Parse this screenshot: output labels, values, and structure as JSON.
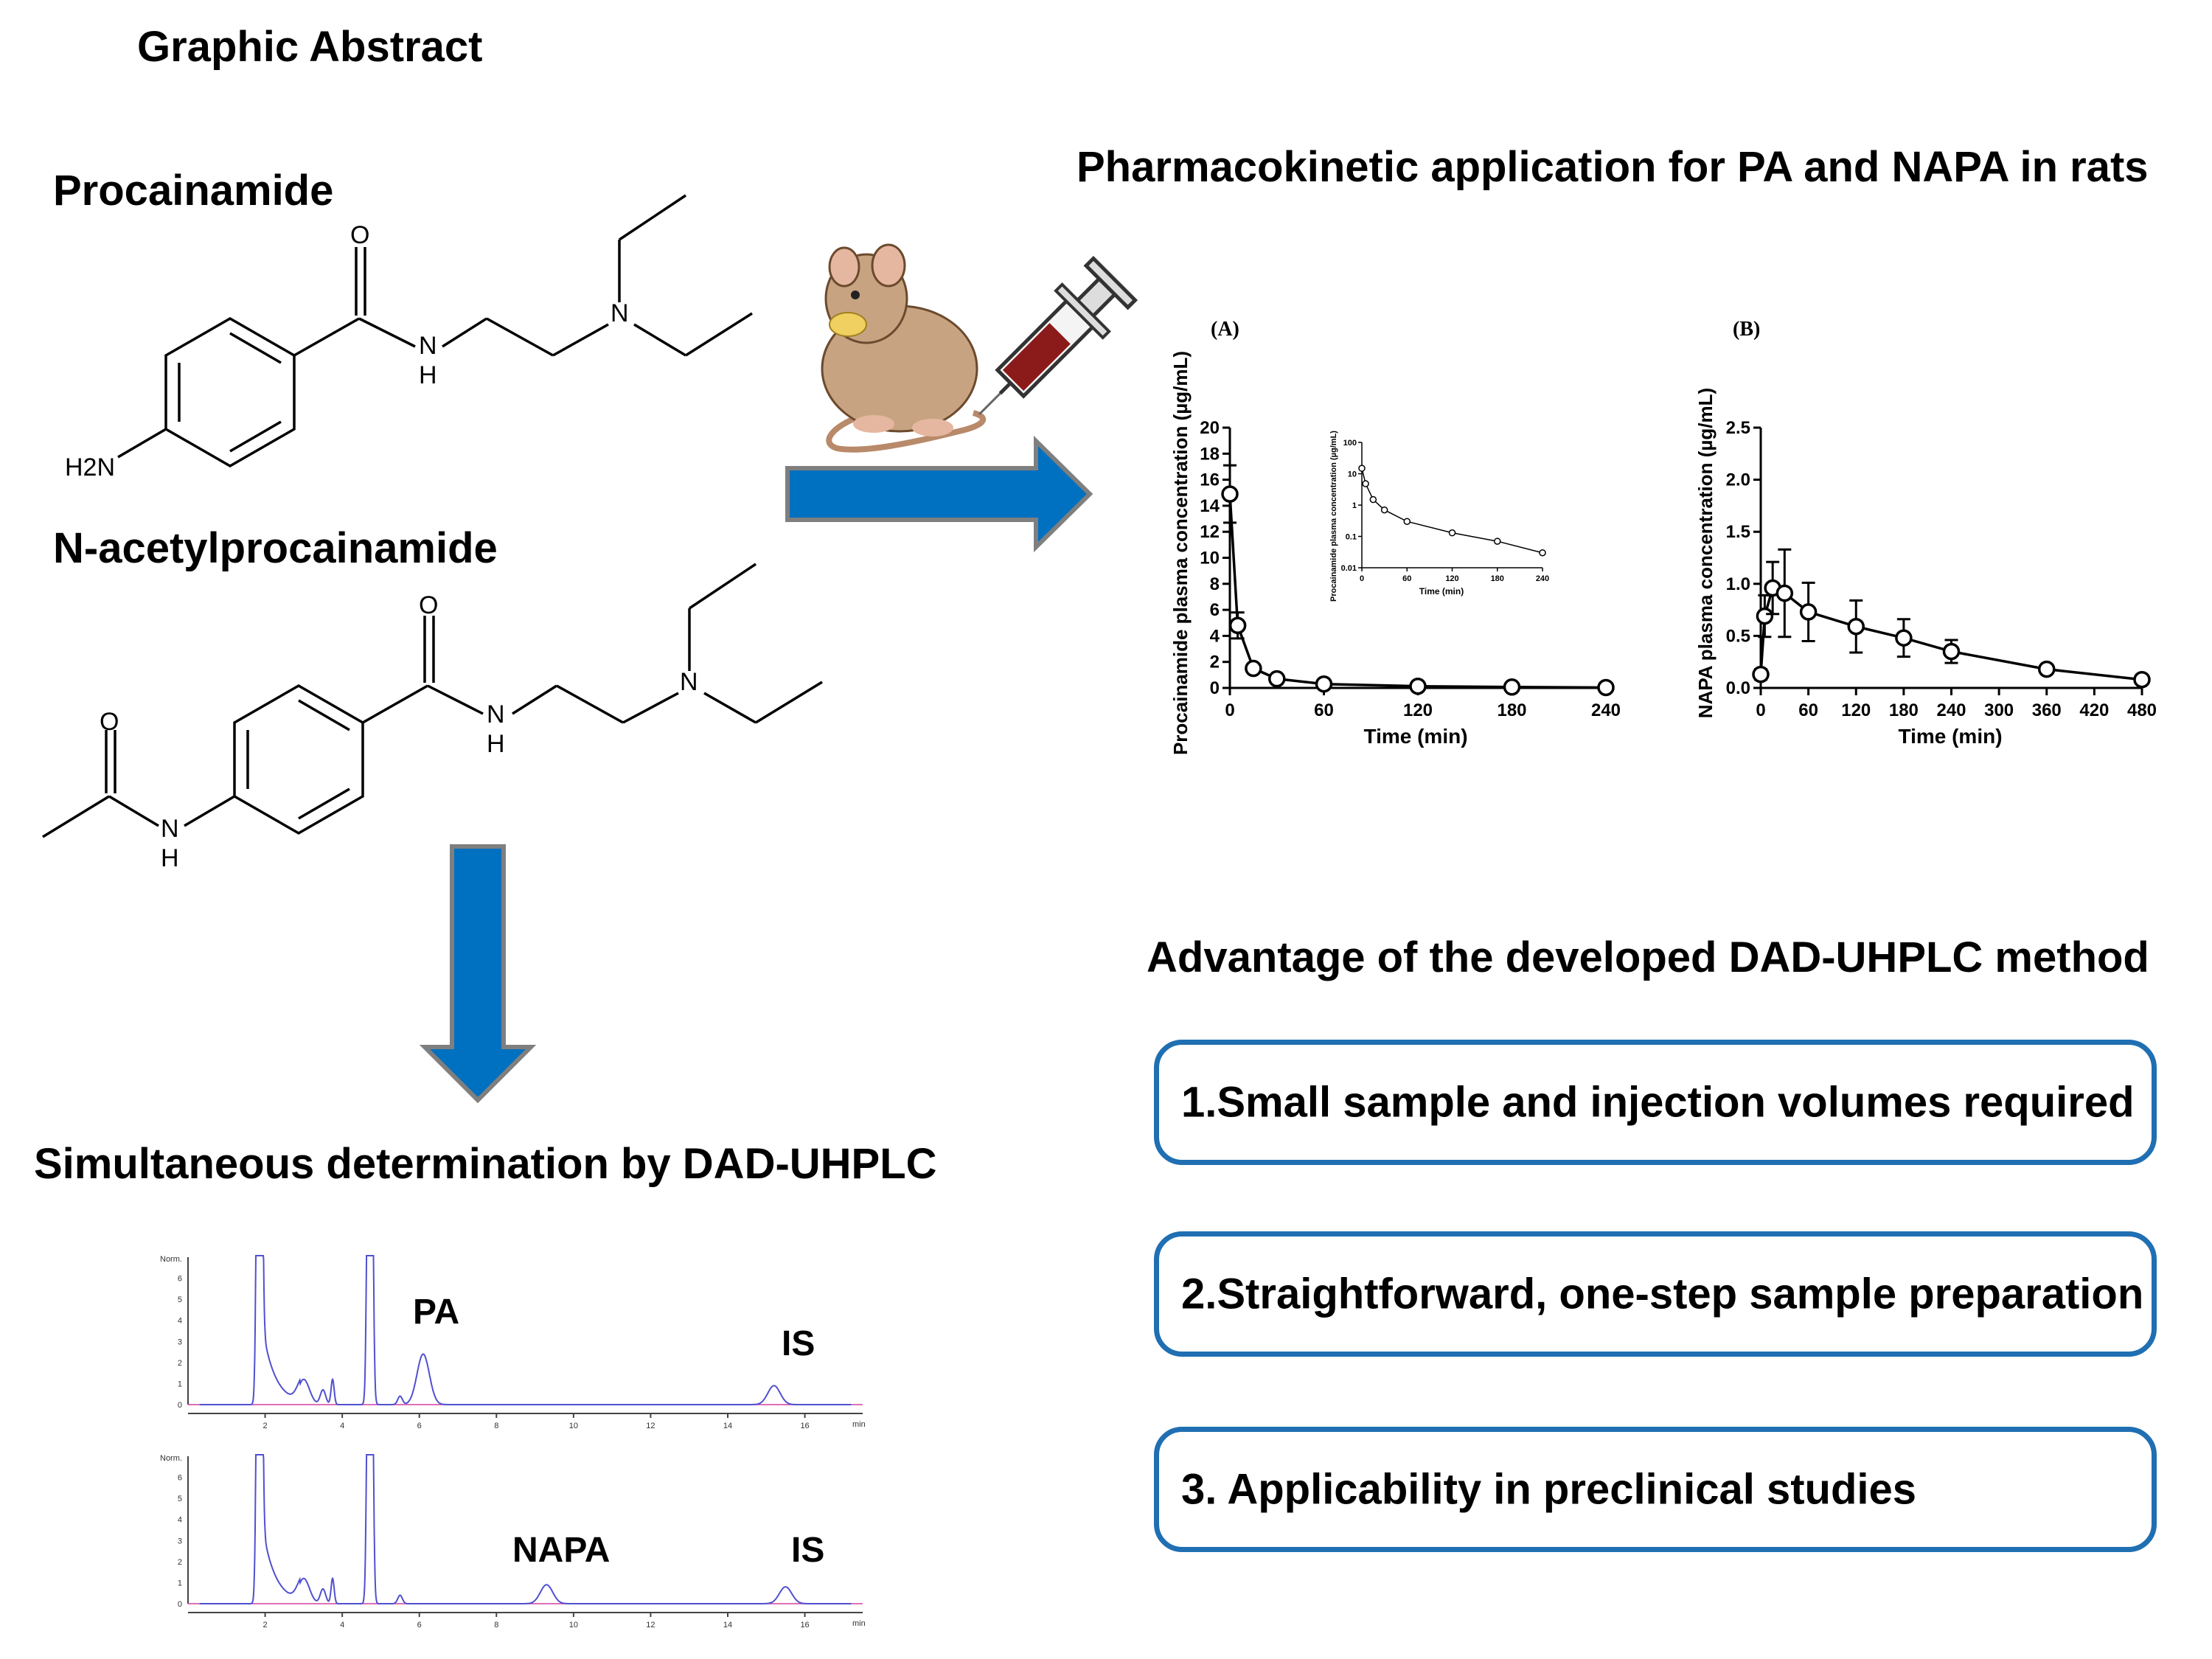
{
  "header": {
    "title": "Graphic Abstract"
  },
  "molecules": [
    {
      "name": "Procainamide",
      "atoms": {
        "o": "O",
        "n": "N",
        "h": "H",
        "amine": "N",
        "h2n": "H2N"
      }
    },
    {
      "name": "N-acetylprocainamide",
      "atoms": {
        "o1": "O",
        "o2": "O",
        "n": "N",
        "h1": "H",
        "h2": "H",
        "amine": "N",
        "nh": "N"
      }
    }
  ],
  "sections": {
    "pk_title": "Pharmacokinetic application for PA and NAPA in rats",
    "sim_title": "Simultaneous determination by DAD-UHPLC",
    "adv_title": "Advantage of the developed DAD-UHPLC method"
  },
  "advantages": [
    "1.Small sample and injection volumes required",
    "2.Straightforward, one-step sample preparation",
    "3. Applicability in preclinical studies"
  ],
  "colors": {
    "arrow": "#0070c0",
    "arrow_edge": "#7f7f7f",
    "box_border": "#1f6fb2",
    "trace": "#5050d0",
    "baseline": "#d040a0"
  },
  "chart_data": [
    {
      "type": "line",
      "panel_label": "(A)",
      "xlabel": "Time (min)",
      "ylabel": "Procainamide plasma concentration (µg/mL)",
      "xticks": [
        0,
        60,
        120,
        180,
        240
      ],
      "yticks": [
        0,
        2,
        4,
        6,
        8,
        10,
        12,
        14,
        16,
        18,
        20
      ],
      "xlim": [
        0,
        240
      ],
      "ylim": [
        0,
        20
      ],
      "x": [
        0,
        5,
        15,
        30,
        60,
        120,
        180,
        240
      ],
      "y": [
        14.9,
        4.8,
        1.5,
        0.7,
        0.3,
        0.13,
        0.07,
        0.03
      ],
      "err": [
        2.2,
        1.0,
        0.2,
        0.1,
        0.05,
        0.02,
        0.01,
        0.01
      ],
      "inset": {
        "type": "line",
        "scale": "log",
        "xlabel": "Time (min)",
        "ylabel": "Procainamide plasma concentration (µg/mL)",
        "xticks": [
          0,
          60,
          120,
          180,
          240
        ],
        "yticks": [
          "0.01",
          "0.1",
          "1",
          "10",
          "100"
        ],
        "x": [
          0,
          5,
          15,
          30,
          60,
          120,
          180,
          240
        ],
        "y": [
          14.9,
          4.8,
          1.5,
          0.7,
          0.3,
          0.13,
          0.07,
          0.03
        ]
      }
    },
    {
      "type": "line",
      "panel_label": "(B)",
      "xlabel": "Time (min)",
      "ylabel": "NAPA plasma concentration (µg/mL)",
      "xticks": [
        0,
        60,
        120,
        180,
        240,
        300,
        360,
        420,
        480
      ],
      "yticks": [
        "0.0",
        "0.5",
        "1.0",
        "1.5",
        "2.0",
        "2.5"
      ],
      "xlim": [
        0,
        480
      ],
      "ylim": [
        0,
        2.5
      ],
      "x": [
        0,
        5,
        15,
        30,
        60,
        120,
        180,
        240,
        360,
        480
      ],
      "y": [
        0.13,
        0.69,
        0.96,
        0.91,
        0.73,
        0.59,
        0.48,
        0.35,
        0.18,
        0.08
      ],
      "err": [
        0.05,
        0.2,
        0.25,
        0.42,
        0.28,
        0.25,
        0.18,
        0.11,
        0.04,
        0.02
      ]
    },
    {
      "type": "line",
      "name": "chromatogram-1",
      "ylabel": "Norm.",
      "xunit": "min",
      "yticks": [
        "0",
        "1",
        "2",
        "3",
        "4",
        "5",
        "6"
      ],
      "xticks": [
        "2",
        "4",
        "6",
        "8",
        "10",
        "12",
        "14",
        "16"
      ],
      "peaks": [
        {
          "label": "PA",
          "rt": 6.1,
          "height": 2.4
        },
        {
          "label": "IS",
          "rt": 15.2,
          "height": 0.9
        }
      ]
    },
    {
      "type": "line",
      "name": "chromatogram-2",
      "ylabel": "Norm.",
      "xunit": "min",
      "yticks": [
        "0",
        "1",
        "2",
        "3",
        "4",
        "5",
        "6"
      ],
      "xticks": [
        "2",
        "4",
        "6",
        "8",
        "10",
        "12",
        "14",
        "16"
      ],
      "peaks": [
        {
          "label": "NAPA",
          "rt": 9.3,
          "height": 0.9
        },
        {
          "label": "IS",
          "rt": 15.5,
          "height": 0.8
        }
      ]
    }
  ]
}
